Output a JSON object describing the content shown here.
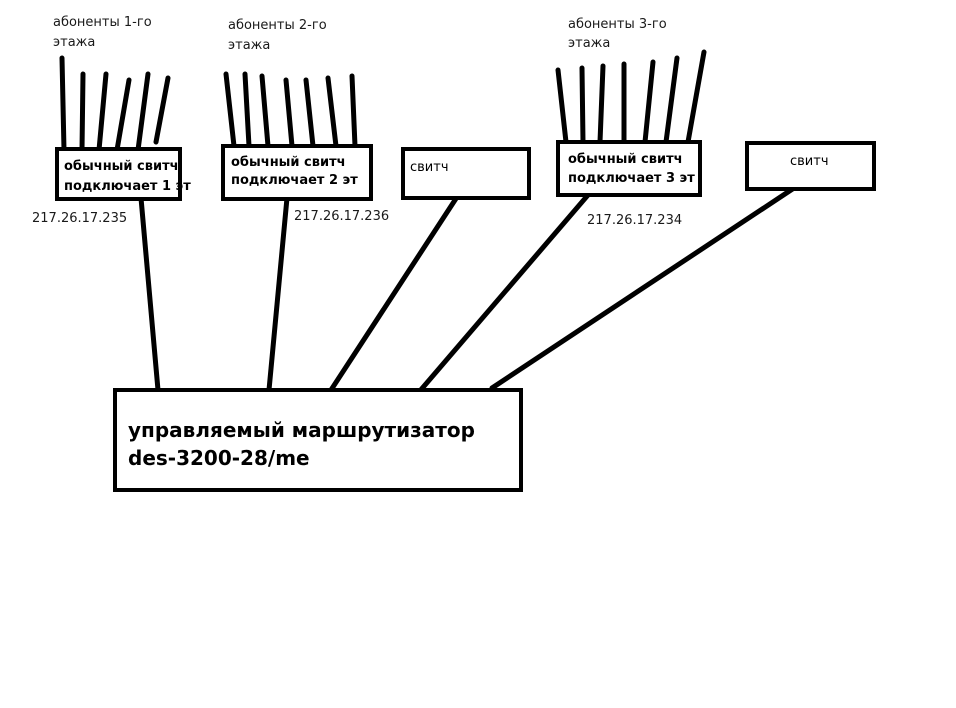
{
  "floors": [
    {
      "title_line1": "абоненты 1-го",
      "title_line2": "этажа"
    },
    {
      "title_line1": "абоненты 2-го",
      "title_line2": "этажа"
    },
    {
      "title_line1": "абоненты 3-го",
      "title_line2": "этажа"
    }
  ],
  "switches": [
    {
      "line1": "обычный свитч",
      "line2": "подключает 1 эт",
      "ip": "217.26.17.235"
    },
    {
      "line1": "обычный свитч",
      "line2": "подключает 2 эт",
      "ip": "217.26.17.236"
    },
    {
      "line1": "свитч"
    },
    {
      "line1": "обычный свитч",
      "line2": "подключает 3 эт",
      "ip": "217.26.17.234"
    },
    {
      "line1": "свитч"
    }
  ],
  "router": {
    "line1": "управляемый маршрутизатор",
    "line2": "des-3200-28/me"
  }
}
